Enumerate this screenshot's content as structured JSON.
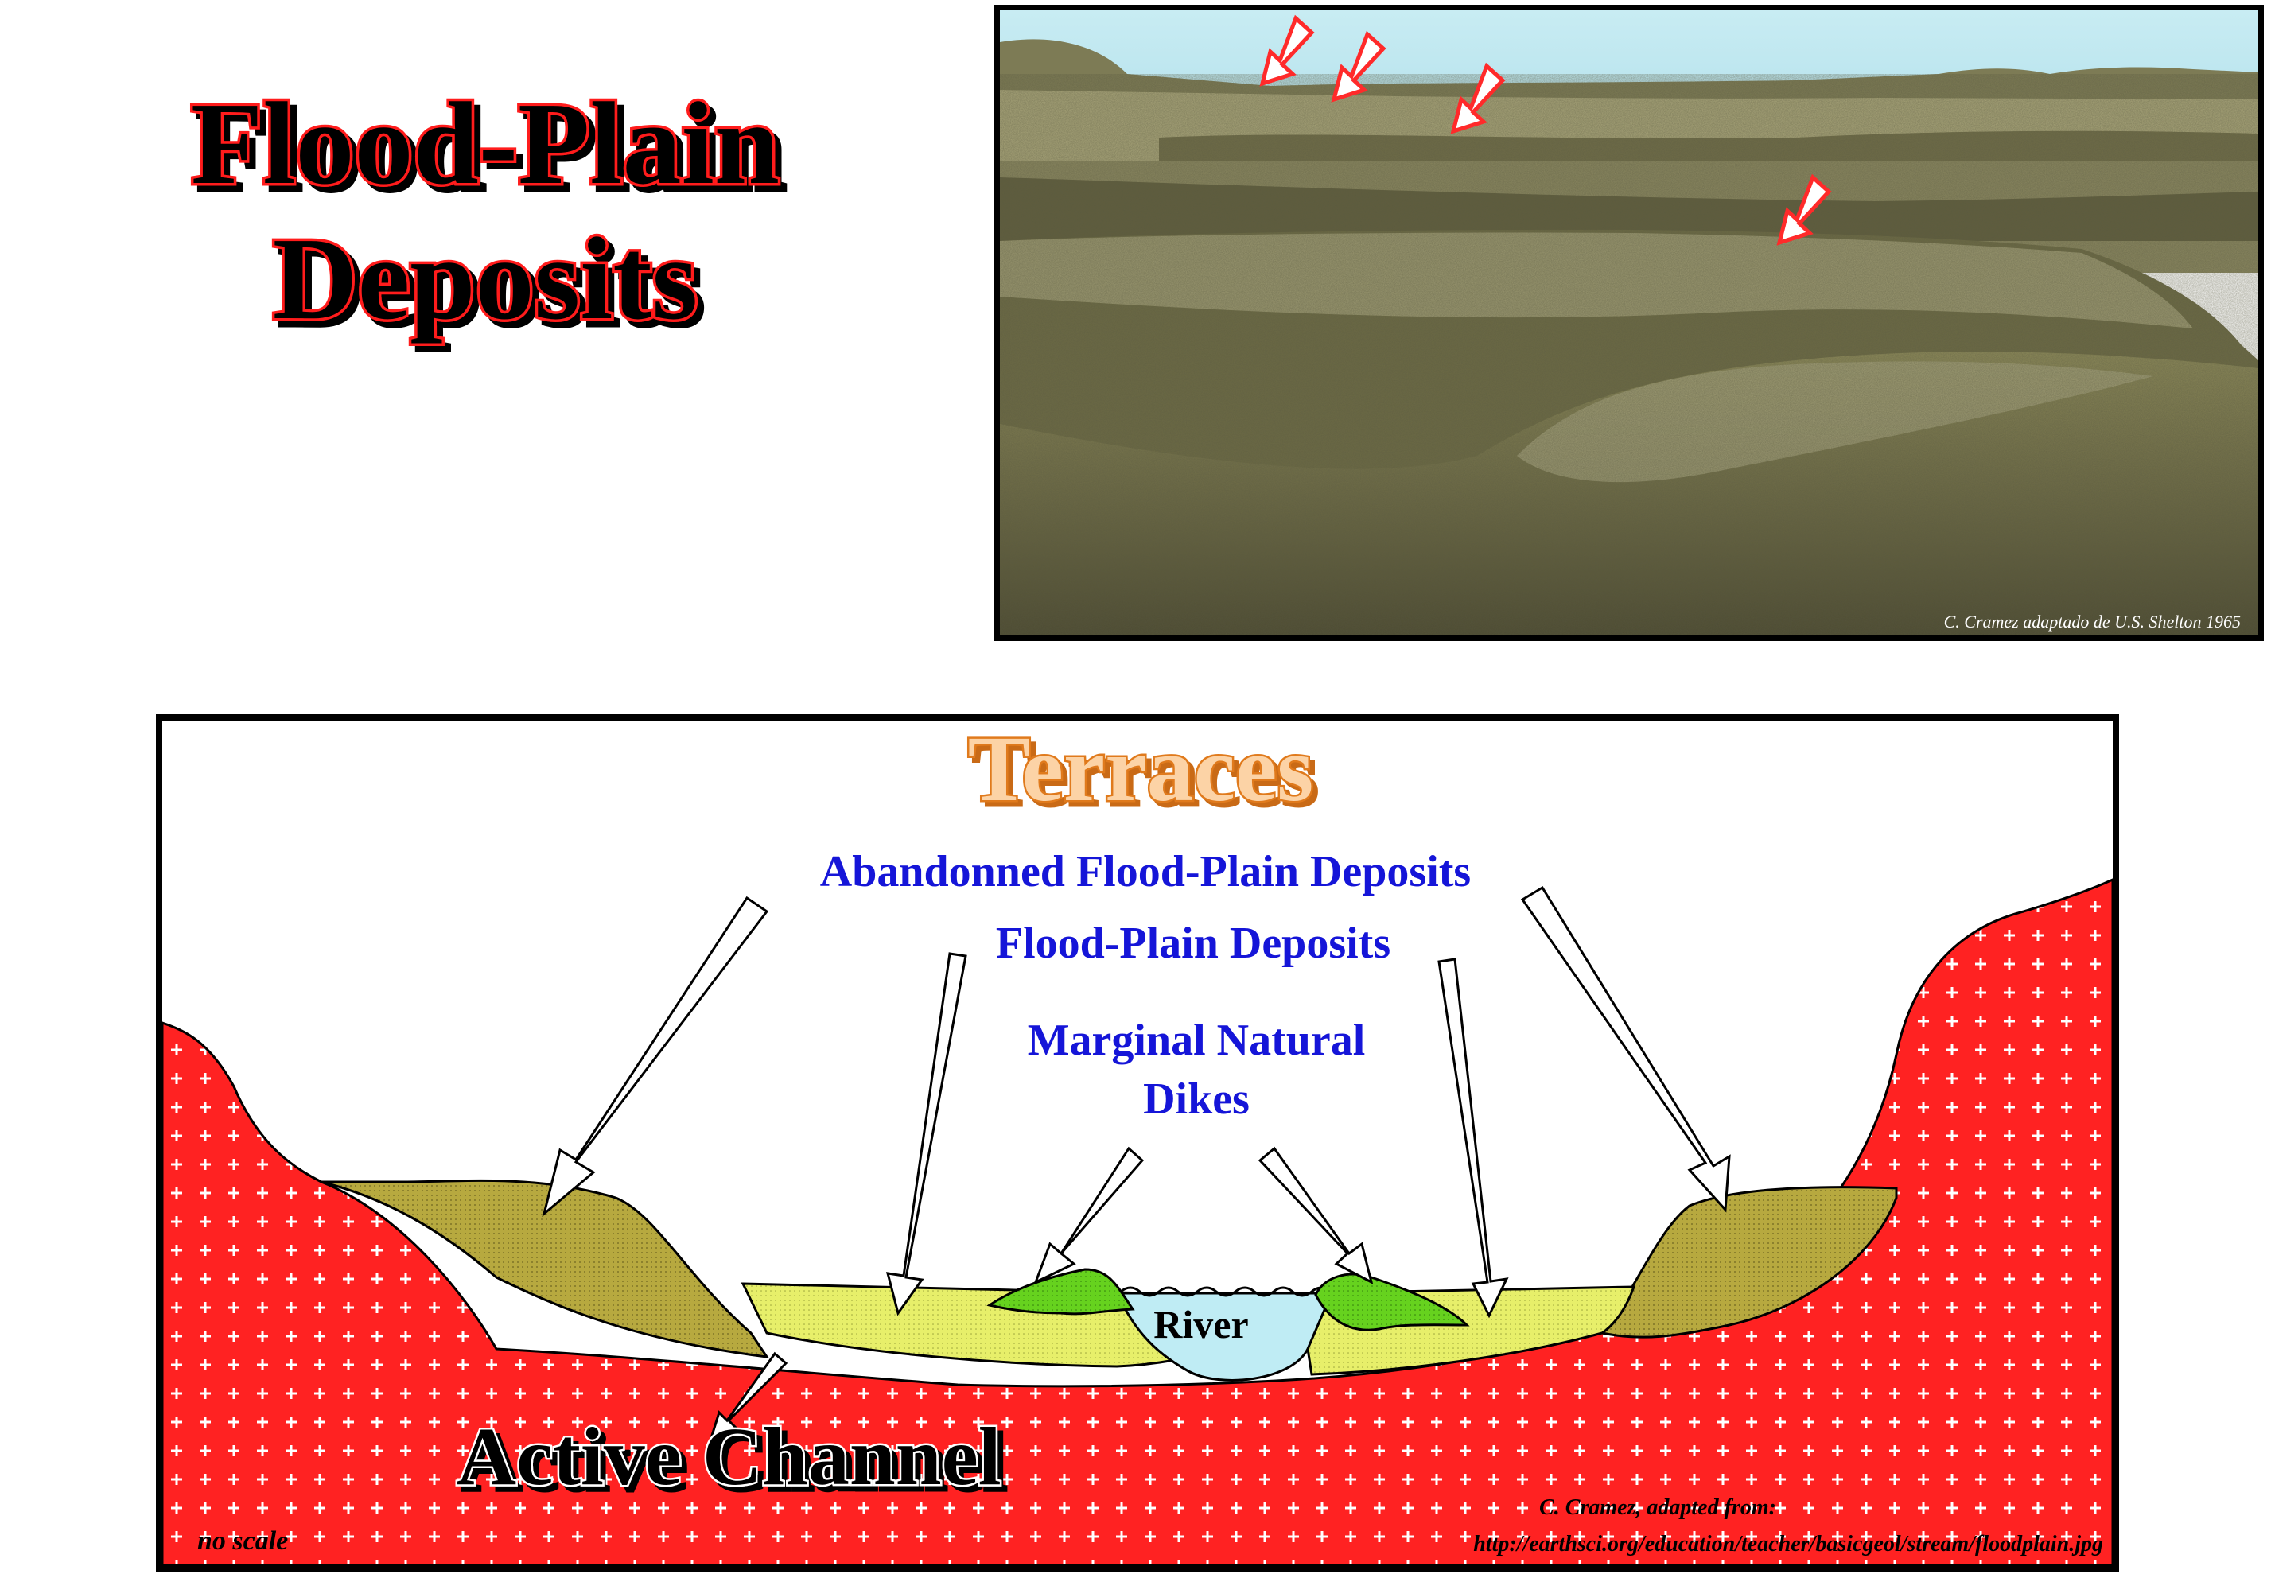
{
  "title": {
    "line1": "Flood-Plain",
    "line2": "Deposits"
  },
  "photo": {
    "credit": "C. Cramez adaptado de U.S. Shelton 1965",
    "arrow_color": "#ff2a2a"
  },
  "diagram": {
    "heading": "Terraces",
    "labels": {
      "abandoned": "Abandonned Flood-Plain Deposits",
      "floodplain": "Flood-Plain Deposits",
      "dikes_line1": "Marginal Natural",
      "dikes_line2": "Dikes",
      "river": "River",
      "active_channel": "Active Channel",
      "no_scale": "no scale"
    },
    "credit": {
      "line1": "C. Cramez, adapted from:",
      "line2": "http://earthsci.org/education/teacher/basicgeol/stream/floodplain.jpg"
    },
    "colors": {
      "bedrock": "#ff2222",
      "terrace": "#b7a93f",
      "floodplain": "#e7ef6a",
      "dikes": "#66d21e",
      "river": "#bfecf4",
      "heading_fill": "#fcd3a6",
      "heading_stroke": "#e07a1c",
      "label_blue": "#1515d8"
    }
  }
}
